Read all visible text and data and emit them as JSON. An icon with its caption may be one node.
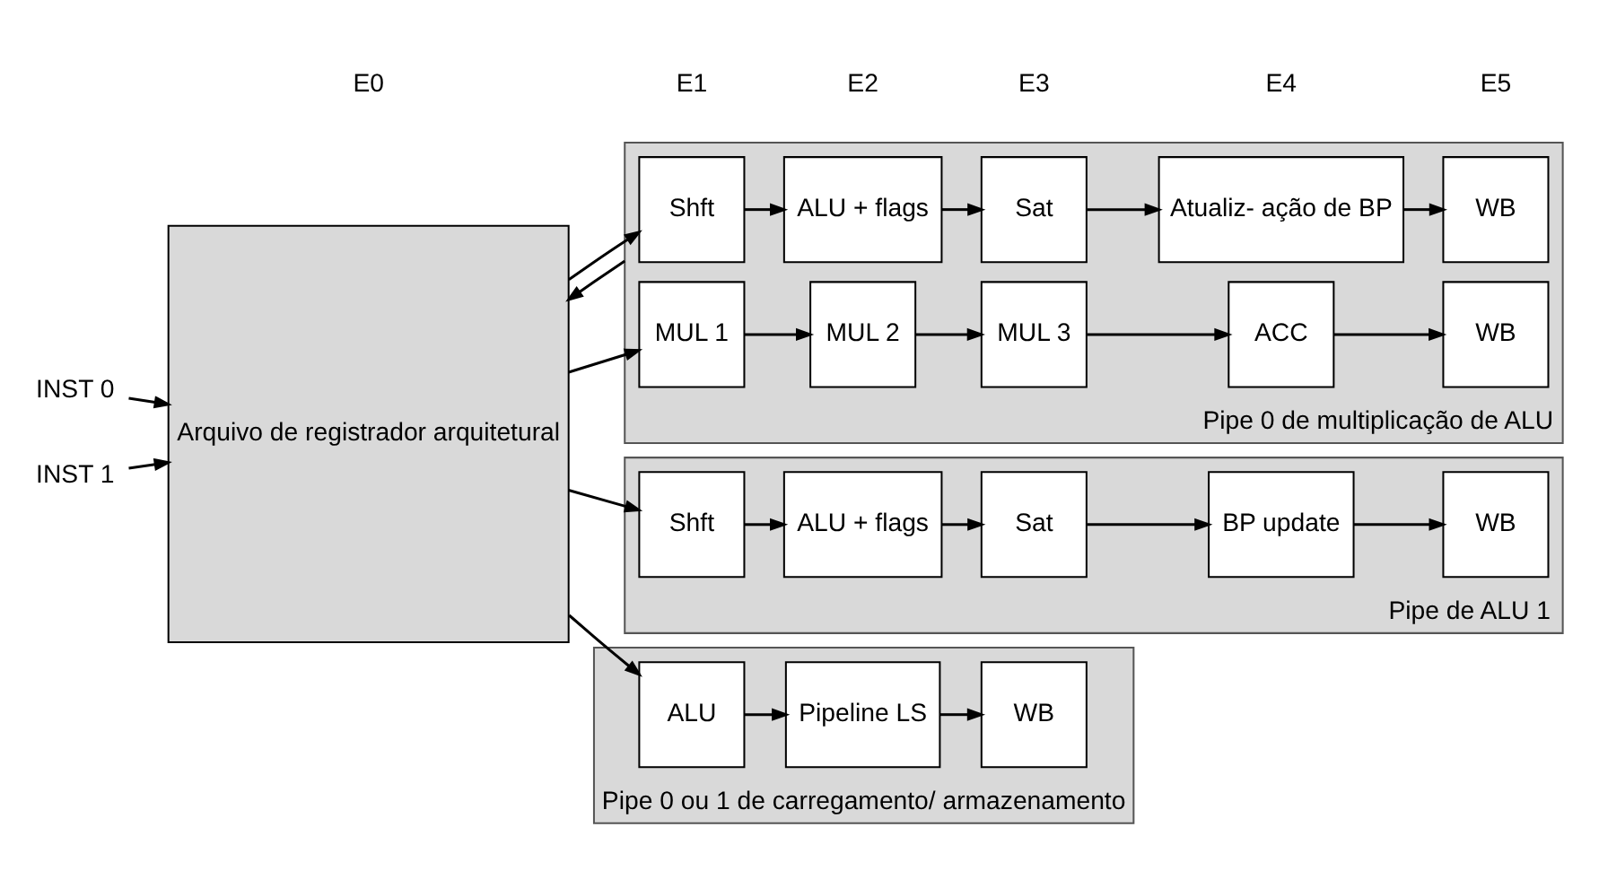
{
  "diagram": {
    "nodes": [
      {
        "text": [
          "Arquivo de registrador arquitetural"
        ]
      },
      {
        "text": [
          "INST 0"
        ]
      },
      {
        "text": [
          "INST 1"
        ]
      },
      {
        "text": [
          "Pipe 0 de multiplicação de ALU"
        ]
      },
      {
        "text": [
          "Shft"
        ],
        "in": 3
      },
      {
        "text": [
          "ALU + flags"
        ],
        "in": 3
      },
      {
        "text": [
          "Sat"
        ],
        "in": 3
      },
      {
        "text": [
          "Atualiz- ação de BP"
        ],
        "in": 3
      },
      {
        "text": [
          "WB"
        ],
        "in": 3
      },
      {
        "text": [
          "MUL 1"
        ],
        "in": 3
      },
      {
        "text": [
          "MUL 2"
        ],
        "in": 3
      },
      {
        "text": [
          "MUL 3"
        ],
        "in": 3
      },
      {
        "text": [
          "ACC"
        ],
        "in": 3
      },
      {
        "text": [
          "WB"
        ],
        "in": 3
      },
      {
        "text": [
          "Pipe de ALU 1"
        ]
      },
      {
        "text": [
          "Shft"
        ],
        "in": 14
      },
      {
        "text": [
          "ALU + flags"
        ],
        "in": 14
      },
      {
        "text": [
          "Sat"
        ],
        "in": 14
      },
      {
        "text": [
          "BP update"
        ],
        "in": 14
      },
      {
        "text": [
          "WB"
        ],
        "in": 14
      },
      {
        "text": [
          "Pipe 0 ou 1 de carregamento/ armazenamento"
        ]
      },
      {
        "text": [
          "ALU"
        ],
        "in": 20
      },
      {
        "text": [
          "Pipeline LS"
        ],
        "in": 20
      },
      {
        "text": [
          "WB"
        ],
        "in": 20
      }
    ],
    "edges": [
      {
        "from": 1,
        "to": 0,
        "arrow": "to"
      },
      {
        "from": 2,
        "to": 0,
        "arrow": "to"
      },
      {
        "from": 0,
        "to": 4,
        "arrow": "to"
      },
      {
        "from": 0,
        "to": 9,
        "arrow": "to"
      },
      {
        "from": 0,
        "to": 15,
        "arrow": "to"
      },
      {
        "from": 0,
        "to": 21,
        "arrow": "to"
      },
      {
        "from": 4,
        "to": 5,
        "arrow": "to"
      },
      {
        "from": 5,
        "to": 6,
        "arrow": "to"
      },
      {
        "from": 6,
        "to": 7,
        "arrow": "to"
      },
      {
        "from": 7,
        "to": 8,
        "arrow": "to"
      },
      {
        "from": 9,
        "to": 10,
        "arrow": "to"
      },
      {
        "from": 10,
        "to": 11,
        "arrow": "to"
      },
      {
        "from": 11,
        "to": 12,
        "arrow": "to"
      },
      {
        "from": 12,
        "to": 13,
        "arrow": "to"
      },
      {
        "from": 15,
        "to": 16,
        "arrow": "to"
      },
      {
        "from": 16,
        "to": 17,
        "arrow": "to"
      },
      {
        "from": 17,
        "to": 18,
        "arrow": "to"
      },
      {
        "from": 18,
        "to": 19,
        "arrow": "to"
      },
      {
        "from": 21,
        "to": 22,
        "arrow": "to"
      },
      {
        "from": 22,
        "to": 23,
        "arrow": "to"
      },
      {
        "from": 3,
        "to": 0,
        "arrow": "to"
      }
    ],
    "labels": [
      "E0",
      "E1",
      "E2",
      "E3",
      "E4",
      "E5"
    ]
  }
}
